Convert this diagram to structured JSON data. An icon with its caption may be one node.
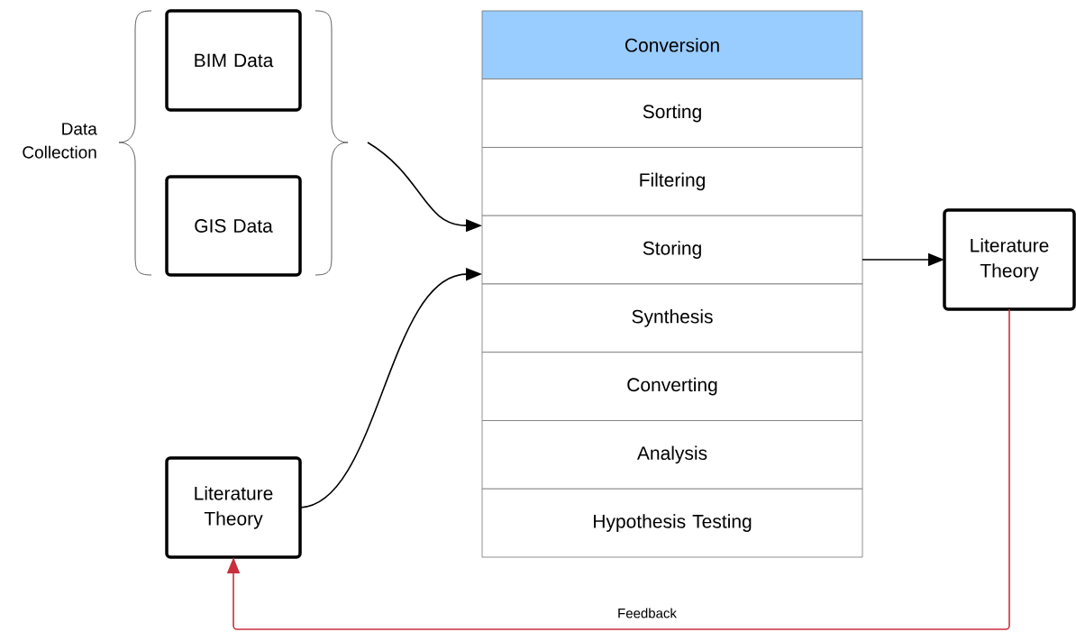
{
  "diagram": {
    "nodes": [
      {
        "text": [
          "BIM Data"
        ]
      },
      {
        "text": [
          "GIS Data"
        ]
      },
      {
        "text": [
          "Literature Theory"
        ]
      },
      {
        "text": [
          "Conversion"
        ]
      },
      {
        "text": [
          "Sorting"
        ]
      },
      {
        "text": [
          "Filtering"
        ]
      },
      {
        "text": [
          "Storing"
        ]
      },
      {
        "text": [
          "Synthesis"
        ]
      },
      {
        "text": [
          "Converting"
        ]
      },
      {
        "text": [
          "Analysis"
        ]
      },
      {
        "text": [
          "Hypothesis Testing"
        ]
      },
      {
        "text": [
          "Literature Theory"
        ]
      }
    ],
    "edges": [
      {
        "from": null,
        "to": 6,
        "arrow": "to"
      },
      {
        "from": 2,
        "to": 6,
        "arrow": "to"
      },
      {
        "from": 6,
        "to": 11,
        "arrow": "to"
      },
      {
        "from": 11,
        "to": 2,
        "arrow": "to",
        "label": "Feedback",
        "color": "#c8303c"
      }
    ],
    "labels": [
      "Data Collection"
    ]
  }
}
